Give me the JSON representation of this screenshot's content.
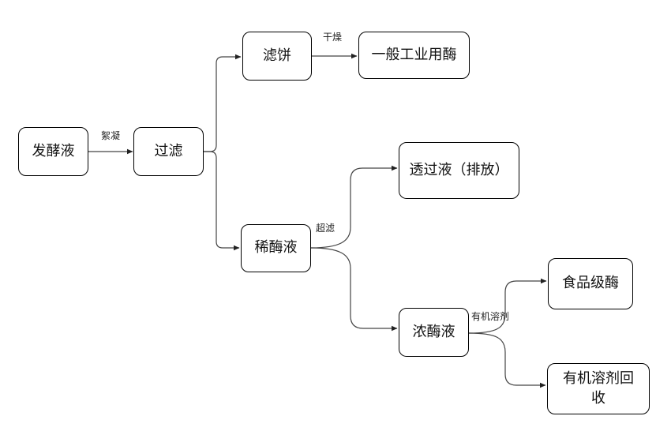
{
  "nodes": {
    "fermentation_broth": "发酵液",
    "filtration": "过滤",
    "filter_cake": "滤饼",
    "industrial_enzyme": "一般工业用酶",
    "dilute_enzyme": "稀酶液",
    "permeate": "透过液（排放）",
    "concentrated_enzyme": "浓酶液",
    "food_grade_enzyme": "食品级酶",
    "solvent_recovery": "有机溶剂回收"
  },
  "edge_labels": {
    "flocculation": "絮凝",
    "drying": "干燥",
    "ultrafiltration": "超滤",
    "organic_solvent": "有机溶剂"
  },
  "colors": {
    "stroke": "#000000",
    "edge": "#444444",
    "background": "#ffffff"
  }
}
